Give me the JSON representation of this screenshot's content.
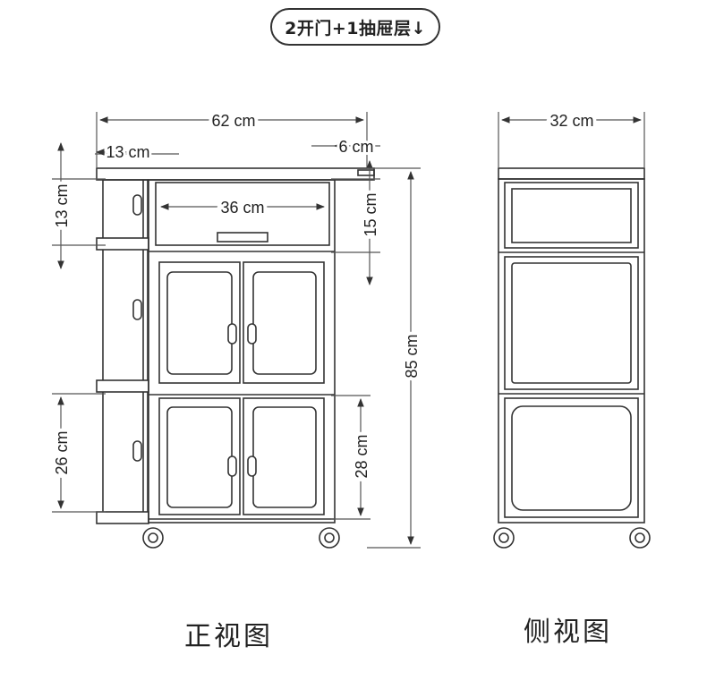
{
  "header": {
    "badge_text": "2开门+1抽屉层↓"
  },
  "front_view": {
    "label": "正视图",
    "dimensions": {
      "total_width": "62 cm",
      "side_shelf_width": "13 cm",
      "top_overhang": "6 cm",
      "drawer_width": "36 cm",
      "shelf_top_height": "13 cm",
      "drawer_height": "15 cm",
      "total_height": "85 cm",
      "shelf_bottom_height": "26 cm",
      "lower_door_height": "28 cm"
    }
  },
  "side_view": {
    "label": "侧视图",
    "dimensions": {
      "depth": "32 cm"
    }
  },
  "colors": {
    "line": "#333333",
    "dim_line": "#555555",
    "background": "#ffffff"
  }
}
